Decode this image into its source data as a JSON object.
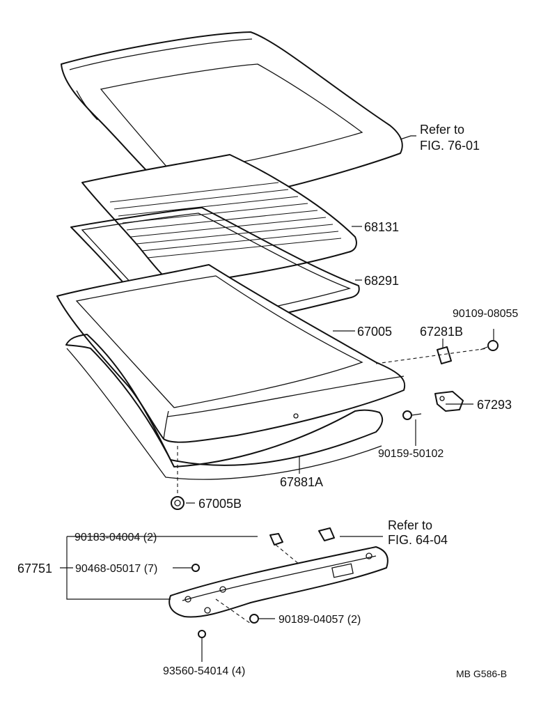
{
  "labels": {
    "refer_top_1": "Refer to",
    "refer_top_2": "FIG. 76-01",
    "p68131": "68131",
    "p68291": "68291",
    "p67005": "67005",
    "p67281b": "67281B",
    "p90109": "90109-08055",
    "p67293": "67293",
    "p90159": "90159-50102",
    "p67881a": "67881A",
    "p67005b": "67005B",
    "refer_bot_1": "Refer to",
    "refer_bot_2": "FIG. 64-04",
    "p90183": "90183-04004 (2)",
    "p67751": "67751",
    "p90468": "90468-05017 (7)",
    "p90189": "90189-04057 (2)",
    "p93560": "93560-54014 (4)",
    "code": "MB  G586-B"
  }
}
